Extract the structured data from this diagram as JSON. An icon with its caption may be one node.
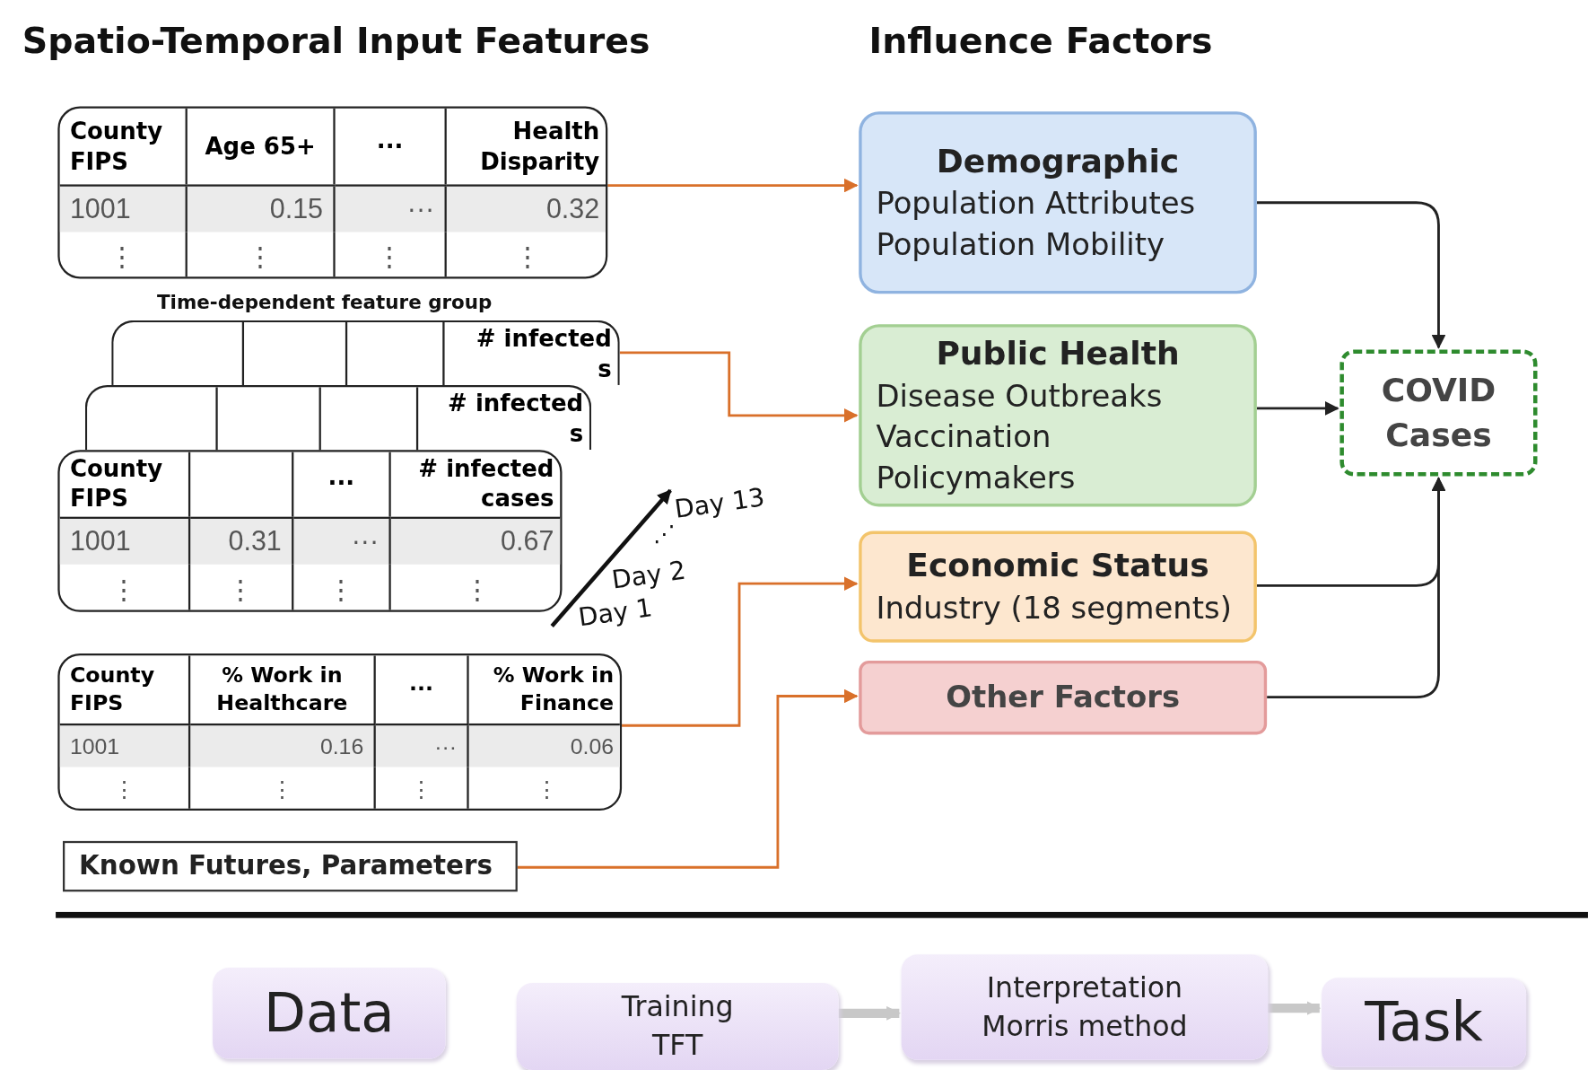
{
  "diagram": {
    "nodes": [
      {
        "text": [
          "County FIPS",
          "Age 65+",
          "···",
          "Health Disparity",
          "1001",
          "0.15",
          "···",
          "0.32",
          "⋮",
          "⋮",
          "⋮",
          "⋮"
        ]
      },
      {
        "text": [
          "# infected",
          "s"
        ]
      },
      {
        "text": [
          "# infected",
          "s"
        ]
      },
      {
        "text": [
          "County FIPS",
          "···",
          "# infected cases",
          "1001",
          "0.31",
          "···",
          "0.67",
          "⋮",
          "⋮",
          "⋮",
          "⋮"
        ]
      },
      {
        "text": [
          "County FIPS",
          "% Work in Healthcare",
          "···",
          "% Work in Finance",
          "1001",
          "0.16",
          "···",
          "0.06",
          "⋮",
          "⋮",
          "⋮",
          "⋮"
        ]
      },
      {
        "text": [
          "Known Futures, Parameters"
        ]
      },
      {
        "text": [
          "Demographic",
          "Population Attributes",
          "Population Mobility"
        ]
      },
      {
        "text": [
          "Public Health",
          "Disease Outbreaks",
          "Vaccination",
          "Policymakers"
        ]
      },
      {
        "text": [
          "Economic Status",
          "Industry (18 segments)"
        ]
      },
      {
        "text": [
          "Other Factors"
        ]
      },
      {
        "text": [
          "COVID Cases"
        ]
      },
      {
        "text": [
          "Data"
        ]
      },
      {
        "text": [
          "Training",
          "TFT"
        ]
      },
      {
        "text": [
          "Interpretation",
          "Morris method"
        ]
      },
      {
        "text": [
          "Task"
        ]
      }
    ],
    "edges": [
      {
        "from": 0,
        "to": 6,
        "arrow": "to",
        "color": "#d9702a"
      },
      {
        "from": 1,
        "to": 7,
        "arrow": "to",
        "color": "#d9702a"
      },
      {
        "from": 4,
        "to": 8,
        "arrow": "to",
        "color": "#d9702a"
      },
      {
        "from": 5,
        "to": 9,
        "arrow": "to",
        "color": "#d9702a"
      },
      {
        "from": 6,
        "to": 10,
        "arrow": "to",
        "color": "#222222"
      },
      {
        "from": 7,
        "to": 10,
        "arrow": "to",
        "color": "#222222"
      },
      {
        "from": 8,
        "to": 10,
        "arrow": "to",
        "color": "#222222"
      },
      {
        "from": 9,
        "to": 10,
        "arrow": "to",
        "color": "#222222"
      },
      {
        "from": 12,
        "to": 13,
        "arrow": "to",
        "style": "thick",
        "color": "#c8c8c8"
      },
      {
        "from": 13,
        "to": 14,
        "arrow": "to",
        "style": "thick",
        "color": "#c8c8c8"
      }
    ],
    "labels": [
      "Spatio-Temporal Input Features",
      "Influence Factors",
      "Time-dependent feature group",
      "Day 13",
      "⋰",
      "Day 2",
      "Day 1"
    ]
  }
}
